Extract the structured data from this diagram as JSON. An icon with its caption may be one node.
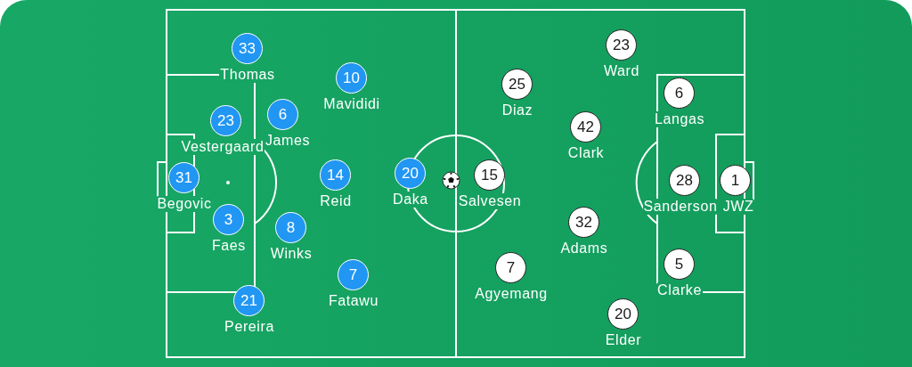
{
  "diagram": {
    "nodes": [
      {
        "text": [
          "31",
          "Begovic"
        ]
      },
      {
        "text": [
          "23",
          "Vestergaard"
        ]
      },
      {
        "text": [
          "3",
          "Faes"
        ]
      },
      {
        "text": [
          "33",
          "Thomas"
        ]
      },
      {
        "text": [
          "21",
          "Pereira"
        ]
      },
      {
        "text": [
          "6",
          "James"
        ]
      },
      {
        "text": [
          "8",
          "Winks"
        ]
      },
      {
        "text": [
          "10",
          "Mavididi"
        ]
      },
      {
        "text": [
          "14",
          "Reid"
        ]
      },
      {
        "text": [
          "7",
          "Fatawu"
        ]
      },
      {
        "text": [
          "20",
          "Daka"
        ]
      },
      {
        "text": [
          "15",
          "Salvesen"
        ]
      },
      {
        "text": [
          "25",
          "Diaz"
        ]
      },
      {
        "text": [
          "7",
          "Agyemang"
        ]
      },
      {
        "text": [
          "42",
          "Clark"
        ]
      },
      {
        "text": [
          "32",
          "Adams"
        ]
      },
      {
        "text": [
          "23",
          "Ward"
        ]
      },
      {
        "text": [
          "20",
          "Elder"
        ]
      },
      {
        "text": [
          "6",
          "Langas"
        ]
      },
      {
        "text": [
          "28",
          "Sanderson"
        ]
      },
      {
        "text": [
          "5",
          "Clarke"
        ]
      },
      {
        "text": [
          "1",
          "JWZ"
        ]
      }
    ]
  }
}
